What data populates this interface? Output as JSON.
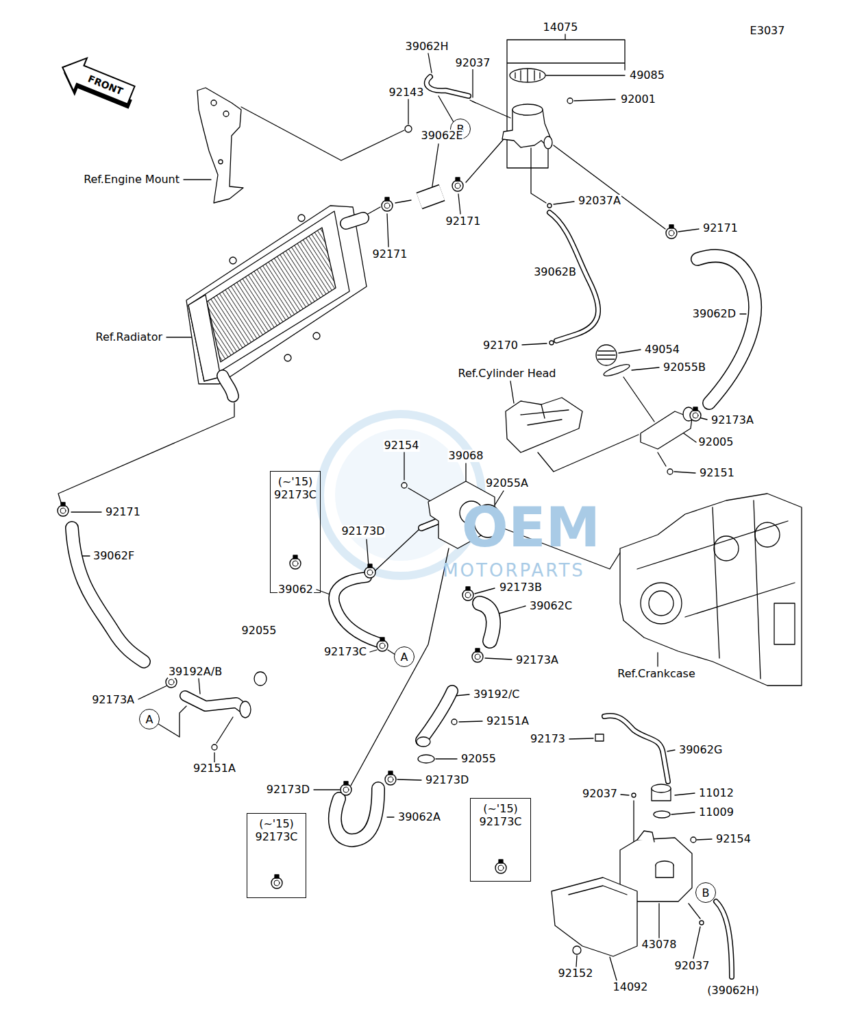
{
  "diagram": {
    "nodes": [
      {
        "text": [
          "B"
        ]
      },
      {
        "text": [
          "(~'15)",
          "92173C"
        ]
      },
      {
        "text": [
          "A"
        ]
      },
      {
        "text": [
          "A"
        ]
      },
      {
        "text": [
          "(~'15)",
          "92173C"
        ]
      },
      {
        "text": [
          "(~'15)",
          "92173C"
        ]
      },
      {
        "text": [
          "B"
        ]
      }
    ],
    "labels": [
      "E3037",
      "FRONT",
      "14075",
      "39062H",
      "92037",
      "49085",
      "92143",
      "92001",
      "39062E",
      "92171",
      "92171",
      "92037A",
      "92171",
      "Ref.Engine Mount",
      "Ref.Radiator",
      "39062B",
      "39062D",
      "92170",
      "49054",
      "92055B",
      "Ref.Cylinder Head",
      "92173A",
      "92005",
      "92151",
      "92154",
      "39068",
      "92055A",
      "92173D",
      "92171",
      "39062F",
      "39062",
      "92173B",
      "39062C",
      "92173C",
      "92055",
      "39192A/B",
      "92173A",
      "92173A",
      "39192/C",
      "92151A",
      "Ref.Crankcase",
      "92151A",
      "92055",
      "92173",
      "39062G",
      "92173D",
      "92173D",
      "92037",
      "11012",
      "11009",
      "39062A",
      "92154",
      "43078",
      "92152",
      "14092",
      "92037",
      "(39062H)",
      "OEM",
      "MOTORPARTS"
    ]
  }
}
